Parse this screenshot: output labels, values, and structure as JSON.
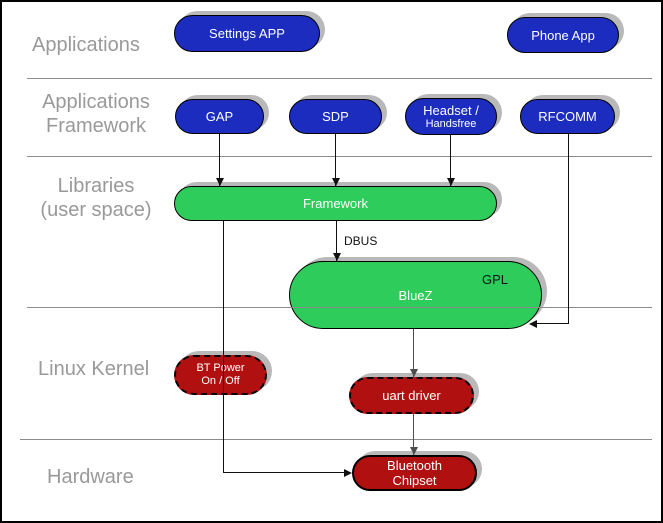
{
  "diagram": {
    "layer_labels": {
      "applications": "Applications",
      "app_framework_line1": "Applications",
      "app_framework_line2": "Framework",
      "libraries_line1": "Libraries",
      "libraries_line2": "(user space)",
      "linux_kernel": "Linux Kernel",
      "hardware": "Hardware"
    },
    "nodes": {
      "settings_app": {
        "label": "Settings APP"
      },
      "phone_app": {
        "label": "Phone App"
      },
      "gap": {
        "label": "GAP"
      },
      "sdp": {
        "label": "SDP"
      },
      "headset": {
        "line1": "Headset /",
        "line2": "Handsfree"
      },
      "rfcomm": {
        "label": "RFCOMM"
      },
      "framework": {
        "label": "Framework"
      },
      "bluez": {
        "label": "BlueZ",
        "badge": "GPL"
      },
      "bt_power": {
        "line1": "BT Power",
        "line2": "On / Off"
      },
      "uart_driver": {
        "label": "uart driver"
      },
      "bluetooth_chipset": {
        "line1": "Bluetooth",
        "line2": "Chipset"
      }
    },
    "edge_labels": {
      "dbus": "DBUS"
    },
    "colors": {
      "app_node": "#1b2cbe",
      "lib_node": "#2ecc5a",
      "kernel_node": "#b01010",
      "layer_label": "#999999",
      "separator": "#8c8c8c",
      "node_text": "#ffffff",
      "shadow": "#b9b9b9",
      "edge": "#111111",
      "edge_soft": "#4d4d4d"
    }
  }
}
